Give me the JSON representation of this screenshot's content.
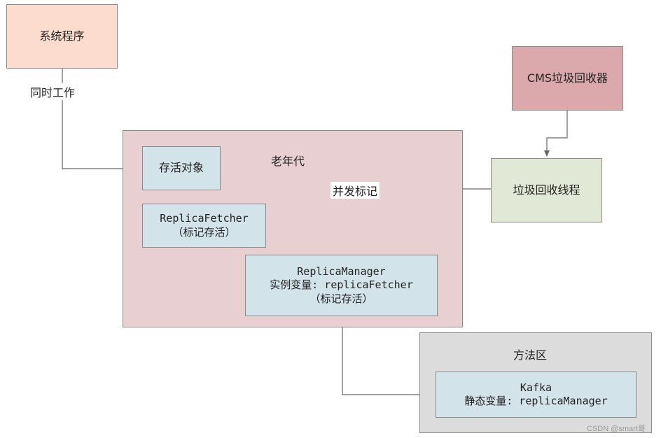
{
  "nodes": {
    "system_program": "系统程序",
    "cms_collector": "CMS垃圾回收器",
    "old_gen": "老年代",
    "gc_thread": "垃圾回收线程",
    "alive_objects": "存活对象",
    "replica_fetcher": {
      "line1": "ReplicaFetcher",
      "line2": "（标记存活）"
    },
    "replica_manager": {
      "line1": "ReplicaManager",
      "line2": "实例变量: replicaFetcher",
      "line3": "（标记存活）"
    },
    "method_area": "方法区",
    "kafka": {
      "line1": "Kafka",
      "line2": "静态变量: replicaManager"
    }
  },
  "edges": {
    "work_together": "同时工作",
    "concurrent_mark": "并发标记"
  },
  "watermark": "CSDN @smart哥",
  "colors": {
    "system_program": "#fcdccf",
    "cms_collector": "#dba9ab",
    "old_gen": "#e8d0d2",
    "gc_thread": "#e2e8d6",
    "object_box": "#d3e3ea",
    "method_area": "#dcdcdc",
    "arrow": "#666666"
  }
}
